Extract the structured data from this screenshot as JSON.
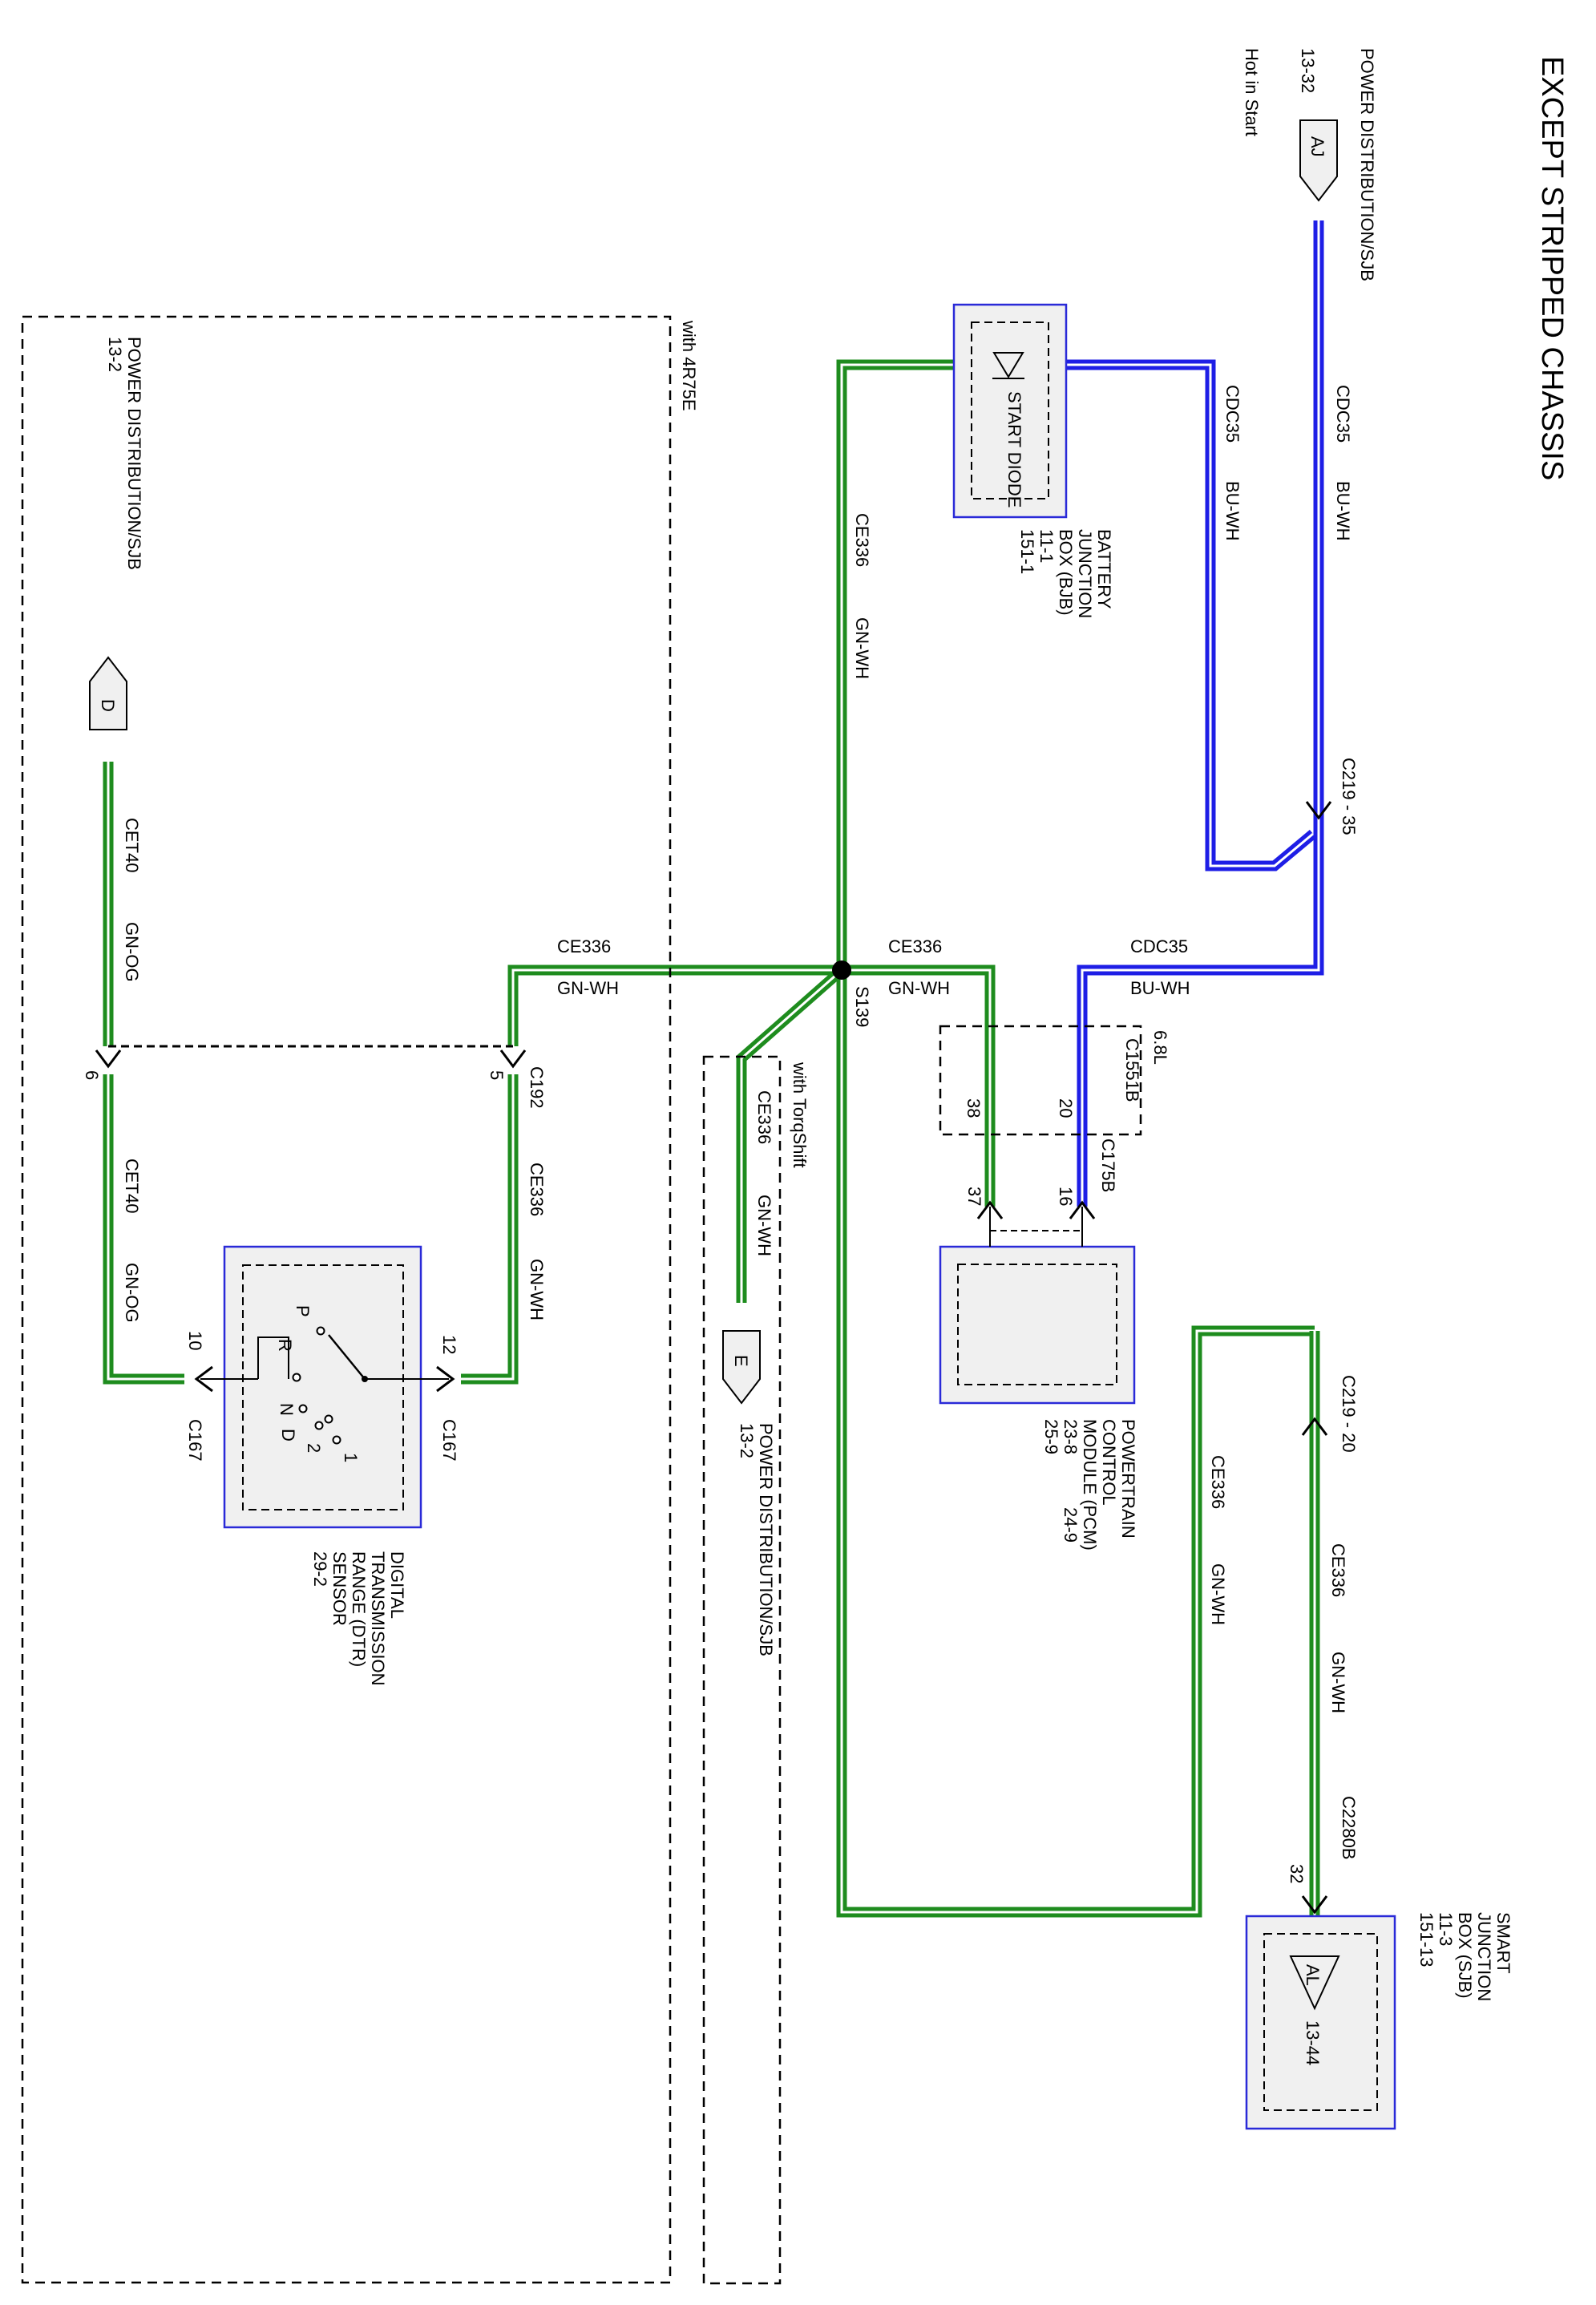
{
  "title": "EXCEPT STRIPPED CHASSIS",
  "colors": {
    "green": "#1e8c1e",
    "blue": "#1e1ee6",
    "box": "#2a2ad8",
    "fill": "#f0f0f0"
  },
  "wires": {
    "blue_name": "CDC35",
    "blue_color": "BU-WH",
    "green_name": "CE336",
    "green_color": "GN-WH",
    "cet_name": "CET40",
    "cet_color": "GN-OG"
  },
  "power_aj": {
    "title": "POWER DISTRIBUTION/SJB",
    "ref": "13-32",
    "note": "Hot in Start",
    "conn": "AJ"
  },
  "power_d": {
    "title": "POWER DISTRIBUTION/SJB",
    "ref": "13-2",
    "conn": "D"
  },
  "power_e": {
    "title": "POWER DISTRIBUTION/SJB",
    "ref": "13-2",
    "conn": "E"
  },
  "bjb": {
    "component": "START DIODE",
    "l1": "BATTERY",
    "l2": "JUNCTION",
    "l3": "BOX (BJB)",
    "l4": "11-1",
    "l5": "151-1"
  },
  "pcm": {
    "l1": "POWERTRAIN",
    "l2": "CONTROL",
    "l3": "MODULE (PCM)",
    "l4": "23-8",
    "l4b": "24-9",
    "l5": "25-9"
  },
  "sjb": {
    "l1": "SMART",
    "l2": "JUNCTION",
    "l3": "BOX (SJB)",
    "l4": "11-3",
    "l5": "151-13",
    "conn": "AL",
    "ref": "13-44"
  },
  "dtr": {
    "l1": "DIGITAL",
    "l2": "TRANSMISSION",
    "l3": "RANGE (DTR)",
    "l4": "SENSOR",
    "l5": "29-2",
    "pos": [
      "P",
      "R",
      "N",
      "D",
      "2",
      "1"
    ]
  },
  "connectors": {
    "c219_35": "C219 - 35",
    "c219_20": "C219 - 20",
    "c2280b": "C2280B",
    "c2280b_pin": "32",
    "c1551b": "C1551B",
    "c1551b_pin1": "20",
    "c1551b_pin2": "38",
    "c1551b_note": "6.8L",
    "c175b": "C175B",
    "c175b_pin1": "16",
    "c175b_pin2": "37",
    "c192": "C192",
    "c192_pin1": "5",
    "c192_pin2": "6",
    "c167": "C167",
    "c167_pin1": "12",
    "c167_pin2": "10",
    "s139": "S139"
  },
  "notes": {
    "box1": "with 4R75E",
    "box2": "with TorqShift"
  }
}
